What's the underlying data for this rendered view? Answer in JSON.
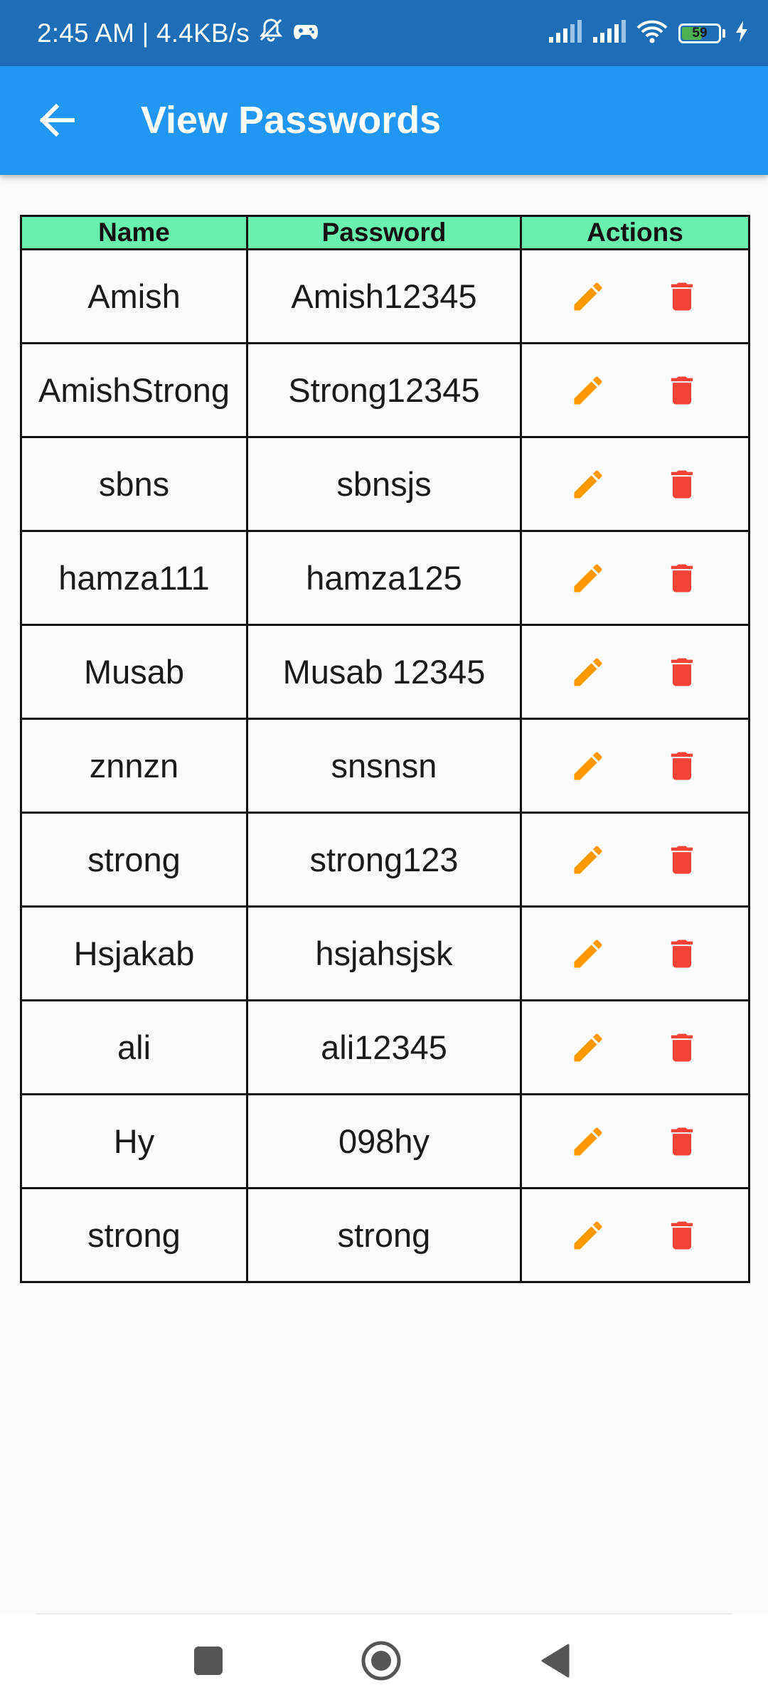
{
  "status_bar": {
    "time_speed": "2:45 AM | 4.4KB/s",
    "battery_level": "59",
    "battery_color": "#4caf50",
    "icons": [
      "mute-bell-icon",
      "game-controller-icon",
      "signal-icon",
      "signal-icon",
      "wifi-icon",
      "battery-icon",
      "charging-bolt-icon"
    ]
  },
  "app_bar": {
    "title": "View Passwords",
    "back_icon": "arrow-left-icon",
    "color": "#2196f3"
  },
  "table": {
    "headers": {
      "name": "Name",
      "password": "Password",
      "actions": "Actions"
    },
    "header_color": "#69f0ae",
    "rows": [
      {
        "name": "Amish",
        "password": "Amish12345"
      },
      {
        "name": "AmishStrong",
        "password": "Strong12345"
      },
      {
        "name": "sbns",
        "password": "sbnsjs"
      },
      {
        "name": "hamza111",
        "password": "hamza125"
      },
      {
        "name": "Musab",
        "password": "Musab 12345"
      },
      {
        "name": "znnzn",
        "password": "snsnsn"
      },
      {
        "name": "strong",
        "password": "strong123"
      },
      {
        "name": "Hsjakab",
        "password": "hsjahsjsk"
      },
      {
        "name": "ali",
        "password": "ali12345"
      },
      {
        "name": "Hy",
        "password": "098hy"
      },
      {
        "name": "strong",
        "password": "strong"
      }
    ],
    "edit_icon": "pencil-icon",
    "edit_color": "#ff9800",
    "delete_icon": "trash-icon",
    "delete_color": "#f44336"
  },
  "nav_bar": {
    "buttons": [
      "recents-square-icon",
      "home-circle-icon",
      "back-triangle-icon"
    ]
  }
}
